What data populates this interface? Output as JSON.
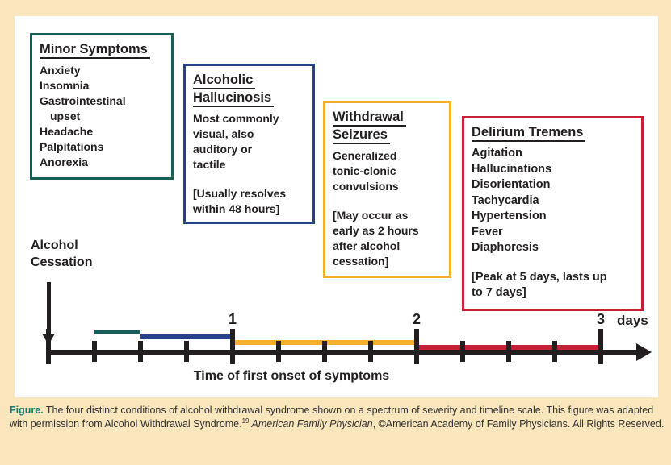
{
  "palette": {
    "background": "#FAE6BD",
    "panel": "#FFFFFF",
    "teal": "#175E54",
    "navy": "#27428A",
    "gold": "#F1AF2B",
    "red": "#C71F37",
    "caption_label_color": "#1A7A6D",
    "text": "#231F20"
  },
  "boxes": [
    {
      "title": "Minor Symptoms",
      "color": "#175E54",
      "lines": [
        "Anxiety",
        "Insomnia",
        "Gastrointestinal",
        "upset",
        "Headache",
        "Palpitations",
        "Anorexia"
      ]
    },
    {
      "title_line1": "Alcoholic",
      "title_line2": "Hallucinosis",
      "color": "#27428A",
      "lines": [
        "Most commonly",
        "visual, also",
        "auditory or",
        "tactile"
      ],
      "note_lines": [
        "[Usually resolves",
        "within 48 hours]"
      ]
    },
    {
      "title_line1": "Withdrawal",
      "title_line2": "Seizures",
      "color": "#F1AF2B",
      "lines": [
        "Generalized",
        "tonic-clonic",
        "convulsions"
      ],
      "note_lines": [
        "[May occur as",
        "early as 2 hours",
        "after alcohol",
        "cessation]"
      ]
    },
    {
      "title": "Delirium Tremens",
      "color": "#C71F37",
      "lines": [
        "Agitation",
        "Hallucinations",
        "Disorientation",
        "Tachycardia",
        "Hypertension",
        "Fever",
        "Diaphoresis"
      ],
      "note_lines": [
        "[Peak at 5 days, lasts up",
        "to 7 days]"
      ]
    }
  ],
  "timeline": {
    "cessation_line1": "Alcohol",
    "cessation_line2": "Cessation",
    "tick_labels": [
      "1",
      "2",
      "3"
    ],
    "unit_label": "days",
    "axis_label": "Time of first onset of symptoms",
    "bars": [
      {
        "condition": "Minor Symptoms",
        "start_day": 0.25,
        "end_day": 0.5,
        "color": "#175E54"
      },
      {
        "condition": "Alcoholic Hallucinosis",
        "start_day": 0.5,
        "end_day": 1.0,
        "color": "#27428A"
      },
      {
        "condition": "Withdrawal Seizures",
        "start_day": 1.0,
        "end_day": 2.0,
        "color": "#F1AF2B"
      },
      {
        "condition": "Delirium Tremens",
        "start_day": 2.0,
        "end_day": 3.0,
        "color": "#C71F37"
      }
    ]
  },
  "caption": {
    "label": "Figure.",
    "text_before_ref": " The four distinct conditions of alcohol withdrawal syndrome shown on a spectrum of severity and timeline scale. This figure was adapted with permission from Alcohol Withdrawal Syndrome.",
    "ref_superscript": "19",
    "journal_italic": " American Family Physician",
    "text_after": ", ©American Academy of Family Physicians. All Rights Reserved."
  }
}
